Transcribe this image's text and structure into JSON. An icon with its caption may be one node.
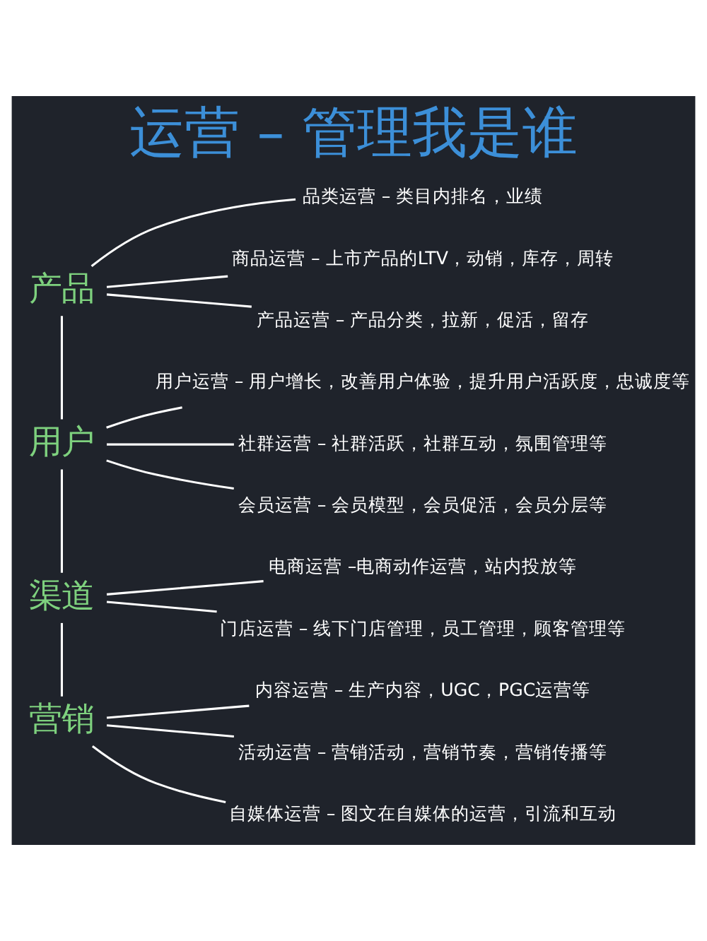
{
  "diagram": {
    "title": "运营 – 管理我是谁",
    "nodes": [
      {
        "text": [
          "产品"
        ]
      },
      {
        "text": [
          "品类运营 – 类目内排名，业绩"
        ]
      },
      {
        "text": [
          "商品运营 – 上市产品的LTV，动销，库存，周转"
        ]
      },
      {
        "text": [
          "产品运营 – 产品分类，拉新，促活，留存"
        ]
      },
      {
        "text": [
          "用户"
        ]
      },
      {
        "text": [
          "用户运营 – 用户增长，改善用户体验，提升用户活跃度，忠诚度等"
        ]
      },
      {
        "text": [
          "社群运营 – 社群活跃，社群互动，氛围管理等"
        ]
      },
      {
        "text": [
          "会员运营 – 会员模型，会员促活，会员分层等"
        ]
      },
      {
        "text": [
          "渠道"
        ]
      },
      {
        "text": [
          "电商运营 –电商动作运营，站内投放等"
        ]
      },
      {
        "text": [
          "门店运营 – 线下门店管理，员工管理，顾客管理等"
        ]
      },
      {
        "text": [
          "营销"
        ]
      },
      {
        "text": [
          "内容运营 – 生产内容，UGC，PGC运营等"
        ]
      },
      {
        "text": [
          "活动运营 – 营销活动，营销节奏，营销传播等"
        ]
      },
      {
        "text": [
          "自媒体运营 – 图文在自媒体的运营，引流和互动"
        ]
      }
    ],
    "edges": [
      {
        "from": 0,
        "to": 4,
        "arrow": "none"
      },
      {
        "from": 4,
        "to": 8,
        "arrow": "none"
      },
      {
        "from": 8,
        "to": 11,
        "arrow": "none"
      },
      {
        "from": 0,
        "to": 1,
        "arrow": "none"
      },
      {
        "from": 0,
        "to": 2,
        "arrow": "none"
      },
      {
        "from": 0,
        "to": 3,
        "arrow": "none"
      },
      {
        "from": 4,
        "to": 5,
        "arrow": "none"
      },
      {
        "from": 4,
        "to": 6,
        "arrow": "none"
      },
      {
        "from": 4,
        "to": 7,
        "arrow": "none"
      },
      {
        "from": 8,
        "to": 9,
        "arrow": "none"
      },
      {
        "from": 8,
        "to": 10,
        "arrow": "none"
      },
      {
        "from": 11,
        "to": 12,
        "arrow": "none"
      },
      {
        "from": 11,
        "to": 13,
        "arrow": "none"
      },
      {
        "from": 11,
        "to": 14,
        "arrow": "none"
      }
    ]
  }
}
